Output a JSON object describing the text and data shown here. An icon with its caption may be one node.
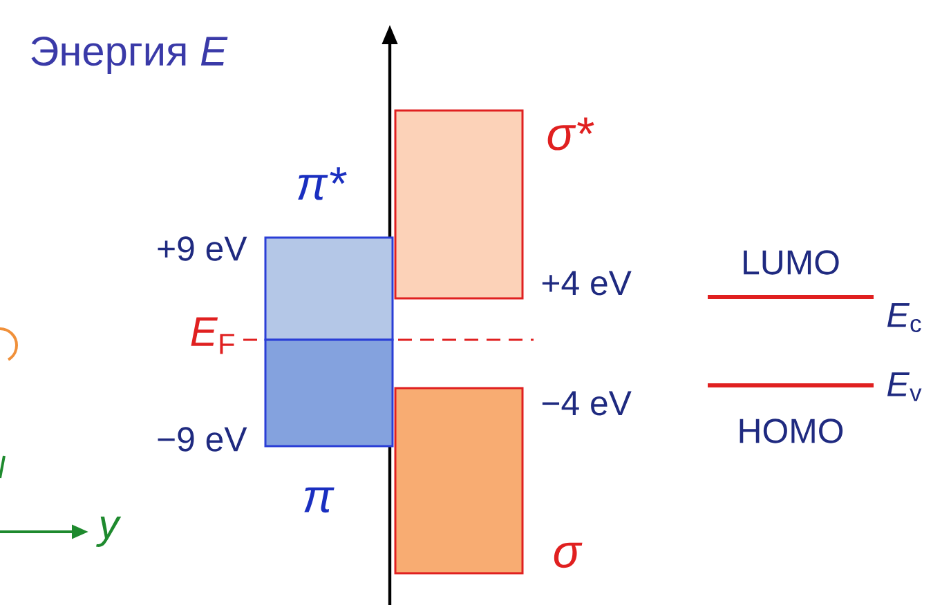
{
  "diagram": {
    "nodes": [
      {
        "text": [
          "π*"
        ],
        "beside": [
          "+9 eV"
        ]
      },
      {
        "text": [
          "π"
        ],
        "beside": [
          "−9 eV"
        ]
      },
      {
        "text": [
          "σ*"
        ],
        "beside": [
          "+4 eV"
        ]
      },
      {
        "text": [
          "σ"
        ],
        "beside": [
          "−4 eV"
        ]
      }
    ],
    "labels": [
      "Энергия *E*",
      "*E*$_{F}$",
      "LUMO",
      "HOMO",
      "*E*$_{c}$",
      "*E*$_{v}$",
      "*y*"
    ]
  }
}
